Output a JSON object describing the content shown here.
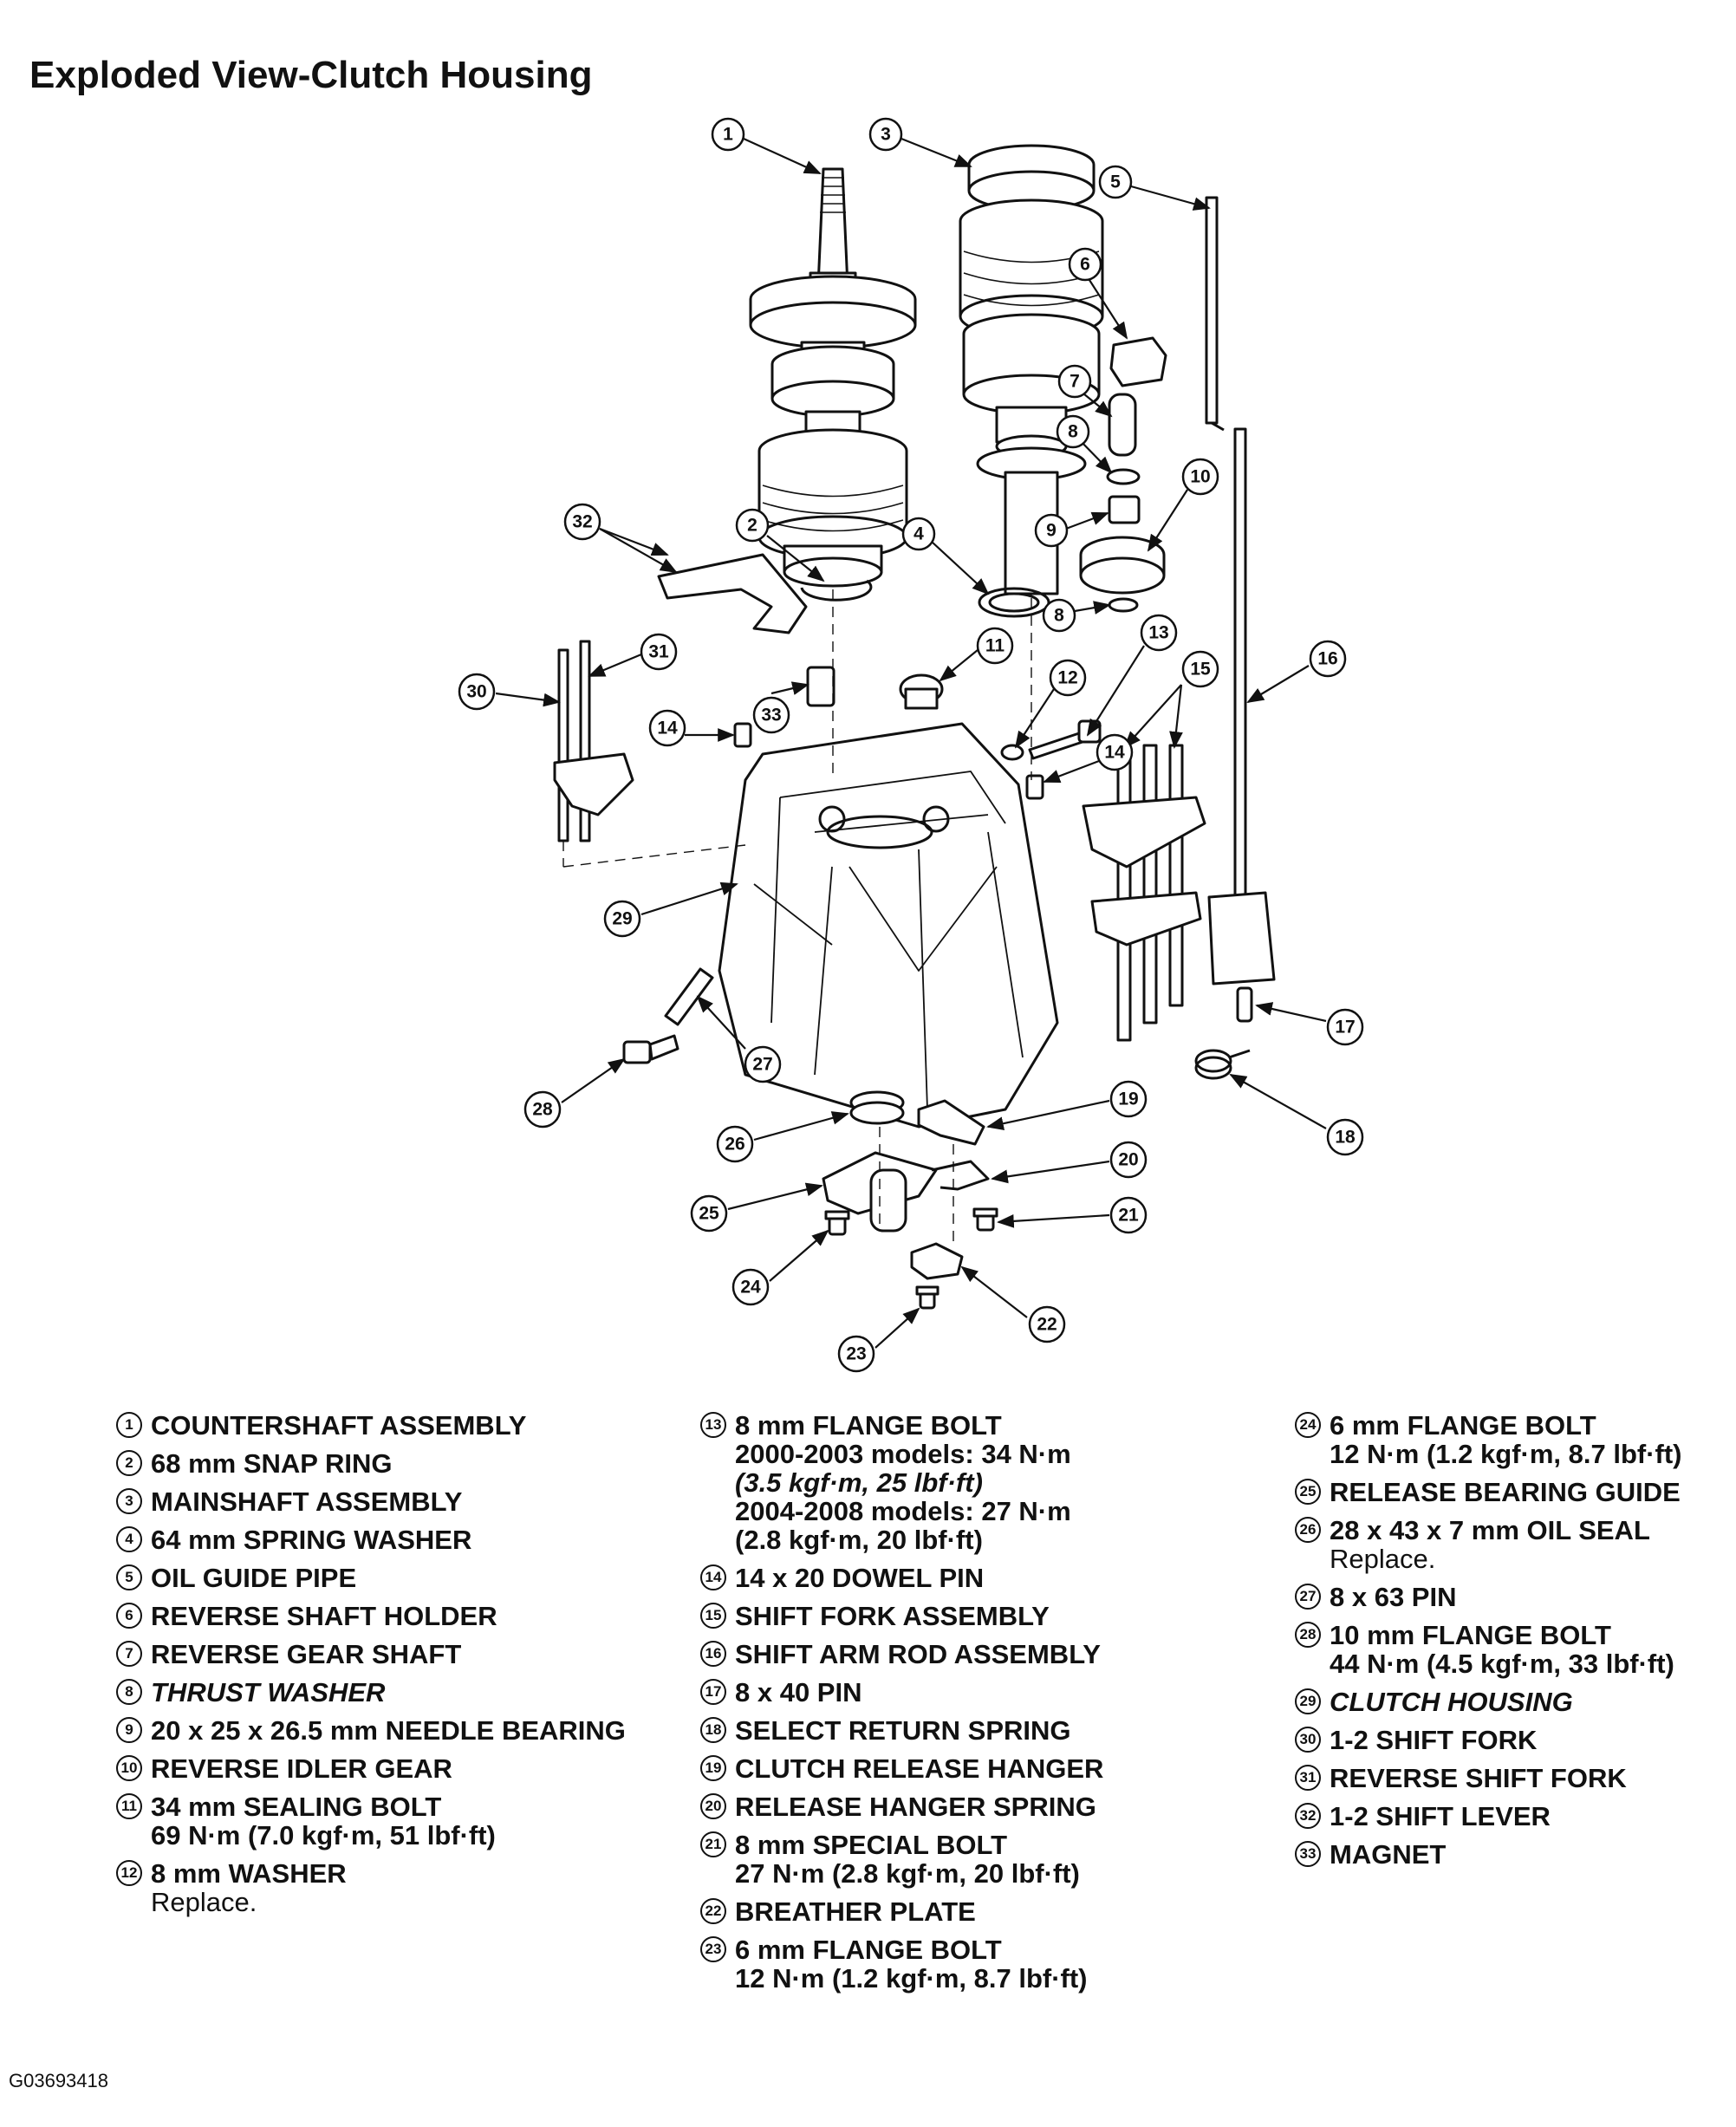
{
  "title": "Exploded View-Clutch Housing",
  "footer_code": "G03693418",
  "callouts": [
    "1",
    "2",
    "3",
    "4",
    "5",
    "6",
    "7",
    "8",
    "8",
    "9",
    "10",
    "11",
    "12",
    "13",
    "14",
    "14",
    "15",
    "16",
    "17",
    "18",
    "19",
    "20",
    "21",
    "22",
    "23",
    "24",
    "25",
    "26",
    "27",
    "28",
    "29",
    "30",
    "31",
    "32",
    "33"
  ],
  "legend": {
    "col1": [
      {
        "num": "1",
        "lines": [
          {
            "text": "COUNTERSHAFT ASSEMBLY",
            "style": "bold"
          }
        ]
      },
      {
        "num": "2",
        "lines": [
          {
            "text": "68 mm SNAP RING",
            "style": "bold"
          }
        ]
      },
      {
        "num": "3",
        "lines": [
          {
            "text": "MAINSHAFT ASSEMBLY",
            "style": "bold"
          }
        ]
      },
      {
        "num": "4",
        "lines": [
          {
            "text": "64 mm SPRING WASHER",
            "style": "bold"
          }
        ]
      },
      {
        "num": "5",
        "lines": [
          {
            "text": "OIL GUIDE PIPE",
            "style": "bold"
          }
        ]
      },
      {
        "num": "6",
        "lines": [
          {
            "text": "REVERSE SHAFT HOLDER",
            "style": "bold"
          }
        ]
      },
      {
        "num": "7",
        "lines": [
          {
            "text": "REVERSE GEAR SHAFT",
            "style": "bold"
          }
        ]
      },
      {
        "num": "8",
        "lines": [
          {
            "text": "THRUST WASHER",
            "style": "ital"
          }
        ]
      },
      {
        "num": "9",
        "lines": [
          {
            "text": "20 x 25 x 26.5 mm NEEDLE BEARING",
            "style": "bold"
          }
        ]
      },
      {
        "num": "10",
        "lines": [
          {
            "text": "REVERSE IDLER GEAR",
            "style": "bold"
          }
        ]
      },
      {
        "num": "11",
        "lines": [
          {
            "text": "34 mm SEALING BOLT",
            "style": "bold"
          },
          {
            "text": "69 N·m (7.0 kgf·m, 51 lbf·ft)",
            "style": "bold"
          }
        ]
      },
      {
        "num": "12",
        "lines": [
          {
            "text": "8 mm WASHER",
            "style": "bold"
          },
          {
            "text": "Replace.",
            "style": "plain"
          }
        ]
      }
    ],
    "col2": [
      {
        "num": "13",
        "lines": [
          {
            "text": "8 mm FLANGE BOLT",
            "style": "bold"
          },
          {
            "text": "2000-2003 models: 34 N·m",
            "style": "bold"
          },
          {
            "text": "(3.5 kgf·m, 25 lbf·ft)",
            "style": "ital"
          },
          {
            "text": "2004-2008 models: 27 N·m",
            "style": "bold"
          },
          {
            "text": "(2.8 kgf·m, 20 lbf·ft)",
            "style": "bold"
          }
        ]
      },
      {
        "num": "14",
        "lines": [
          {
            "text": "14 x 20 DOWEL PIN",
            "style": "bold"
          }
        ]
      },
      {
        "num": "15",
        "lines": [
          {
            "text": "SHIFT FORK ASSEMBLY",
            "style": "bold"
          }
        ]
      },
      {
        "num": "16",
        "lines": [
          {
            "text": "SHIFT ARM ROD ASSEMBLY",
            "style": "bold"
          }
        ]
      },
      {
        "num": "17",
        "lines": [
          {
            "text": "8 x 40 PIN",
            "style": "bold"
          }
        ]
      },
      {
        "num": "18",
        "lines": [
          {
            "text": "SELECT RETURN SPRING",
            "style": "bold"
          }
        ]
      },
      {
        "num": "19",
        "lines": [
          {
            "text": "CLUTCH RELEASE HANGER",
            "style": "bold"
          }
        ]
      },
      {
        "num": "20",
        "lines": [
          {
            "text": "RELEASE HANGER SPRING",
            "style": "bold"
          }
        ]
      },
      {
        "num": "21",
        "lines": [
          {
            "text": "8 mm SPECIAL BOLT",
            "style": "bold"
          },
          {
            "text": "27 N·m (2.8 kgf·m, 20 lbf·ft)",
            "style": "bold"
          }
        ]
      },
      {
        "num": "22",
        "lines": [
          {
            "text": "BREATHER PLATE",
            "style": "bold"
          }
        ]
      },
      {
        "num": "23",
        "lines": [
          {
            "text": "6 mm FLANGE BOLT",
            "style": "bold"
          },
          {
            "text": "12 N·m (1.2 kgf·m, 8.7 lbf·ft)",
            "style": "bold"
          }
        ]
      }
    ],
    "col3": [
      {
        "num": "24",
        "lines": [
          {
            "text": "6 mm FLANGE BOLT",
            "style": "bold"
          },
          {
            "text": "12 N·m (1.2 kgf·m, 8.7 lbf·ft)",
            "style": "bold"
          }
        ]
      },
      {
        "num": "25",
        "lines": [
          {
            "text": "RELEASE BEARING GUIDE",
            "style": "bold"
          }
        ]
      },
      {
        "num": "26",
        "lines": [
          {
            "text": "28 x 43 x 7 mm OIL SEAL",
            "style": "bold"
          },
          {
            "text": "Replace.",
            "style": "plain"
          }
        ]
      },
      {
        "num": "27",
        "lines": [
          {
            "text": "8 x 63 PIN",
            "style": "bold"
          }
        ]
      },
      {
        "num": "28",
        "lines": [
          {
            "text": "10 mm FLANGE BOLT",
            "style": "bold"
          },
          {
            "text": "44 N·m (4.5 kgf·m, 33 lbf·ft)",
            "style": "bold"
          }
        ]
      },
      {
        "num": "29",
        "lines": [
          {
            "text": "CLUTCH HOUSING",
            "style": "ital"
          }
        ]
      },
      {
        "num": "30",
        "lines": [
          {
            "text": "1-2 SHIFT FORK",
            "style": "bold"
          }
        ]
      },
      {
        "num": "31",
        "lines": [
          {
            "text": "REVERSE SHIFT FORK",
            "style": "bold"
          }
        ]
      },
      {
        "num": "32",
        "lines": [
          {
            "text": "1-2 SHIFT LEVER",
            "style": "bold"
          }
        ]
      },
      {
        "num": "33",
        "lines": [
          {
            "text": "MAGNET",
            "style": "bold"
          }
        ]
      }
    ]
  }
}
